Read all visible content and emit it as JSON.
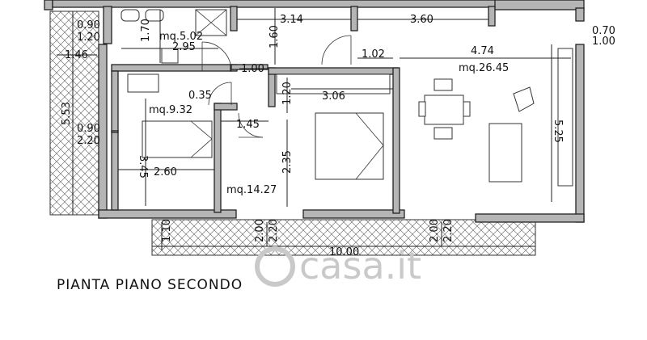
{
  "plan_title": "PIANTA PIANO SECONDO",
  "watermark": "casa.it",
  "areas": {
    "bath": "mq.5.02",
    "bedroom_small": "mq.9.32",
    "corridor": "mq.14.27",
    "living": "mq.26.45"
  },
  "dims": {
    "top_mid": "3.14",
    "top_right": "3.60",
    "bath_w": "2.95",
    "bath_h": "1.70",
    "left_090": "0.90",
    "left_120": "1.20",
    "terrace_146": "1.46",
    "terrace_553": "5.53",
    "left_090b": "0.90",
    "left_220": "2.20",
    "right_070": "0.70",
    "right_100": "1.00",
    "corr_160": "1.60",
    "corr_100": "1.00",
    "corr_035": "0.35",
    "corr_145": "1.45",
    "bed_120": "1.20",
    "bed_306": "3.06",
    "bed_235": "2.35",
    "small_345": "3.45",
    "small_260": "2.60",
    "liv_102": "1.02",
    "liv_474": "4.74",
    "liv_525": "5.25",
    "balc_110": "1.10",
    "balc_200a": "2.00",
    "balc_220a": "2.20",
    "balc_200b": "2.00",
    "balc_220b": "2.20",
    "balc_1000": "10.00"
  }
}
